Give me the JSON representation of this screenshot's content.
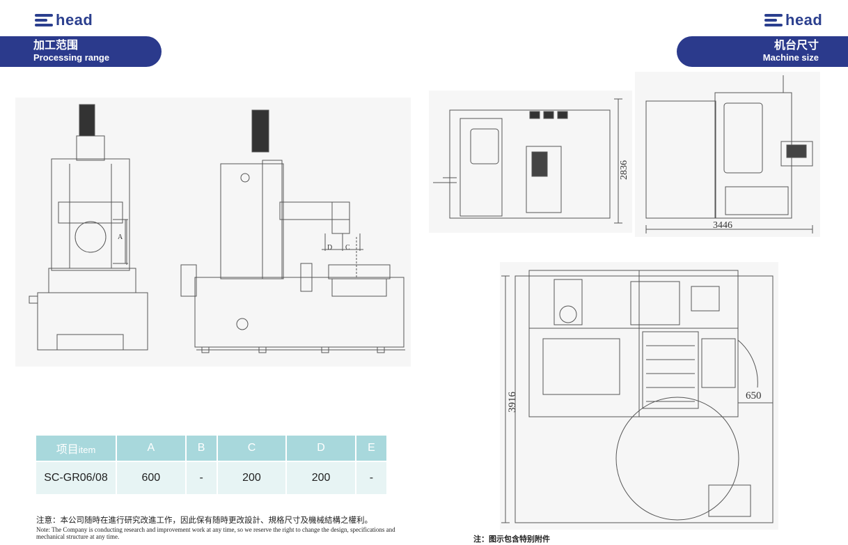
{
  "brand": {
    "name": "head",
    "color": "#2b3f8e"
  },
  "left_header": {
    "title_cn": "加工范围",
    "title_en": "Processing range"
  },
  "right_header": {
    "title_cn": "机台尺寸",
    "title_en": "Machine size"
  },
  "dims": {
    "height": "2836",
    "width": "3446",
    "depth": "3916",
    "door_clearance": "650"
  },
  "drawing_labels": {
    "a": "A",
    "c": "C",
    "d": "D"
  },
  "table": {
    "header_cn": "项目",
    "header_en": "item",
    "columns": [
      "A",
      "B",
      "C",
      "D",
      "E"
    ],
    "rows": [
      {
        "model": "SC-GR06/08",
        "values": [
          "600",
          "-",
          "200",
          "200",
          "-"
        ]
      }
    ],
    "header_color": "#a8d8dc",
    "cell_color": "#e7f4f4"
  },
  "note_cn": "注意：本公司随時在進行研究改進工作，因此保有随時更改設計、規格尺寸及機械結構之權利。",
  "note_en": "Note: The Company is conducting research and improvement work at any time, so we reserve the right to change the design, specifications and mechanical structure at any time.",
  "note_right": "注：图示包含特别附件"
}
